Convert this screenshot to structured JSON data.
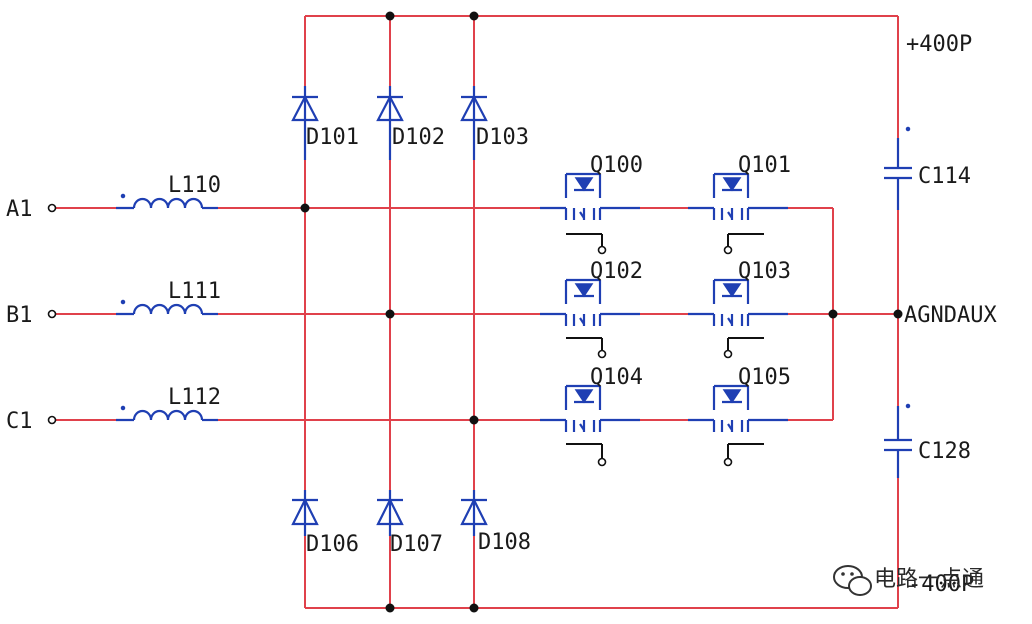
{
  "ports": {
    "a": "A1",
    "b": "B1",
    "c": "C1"
  },
  "inductors": [
    "L110",
    "L111",
    "L112"
  ],
  "diodes_top": [
    "D101",
    "D102",
    "D103"
  ],
  "diodes_bottom": [
    "D106",
    "D107",
    "D108"
  ],
  "transistors": [
    "Q100",
    "Q101",
    "Q102",
    "Q103",
    "Q104",
    "Q105"
  ],
  "capacitors": [
    "C114",
    "C128"
  ],
  "nets": {
    "top": "+400P",
    "mid": "AGNDAUX",
    "bottom": "-400P"
  },
  "watermark": "电路一点通",
  "colors": {
    "wire": "#e0414b",
    "component": "#1f3fb3",
    "text": "#1a1a1a"
  }
}
